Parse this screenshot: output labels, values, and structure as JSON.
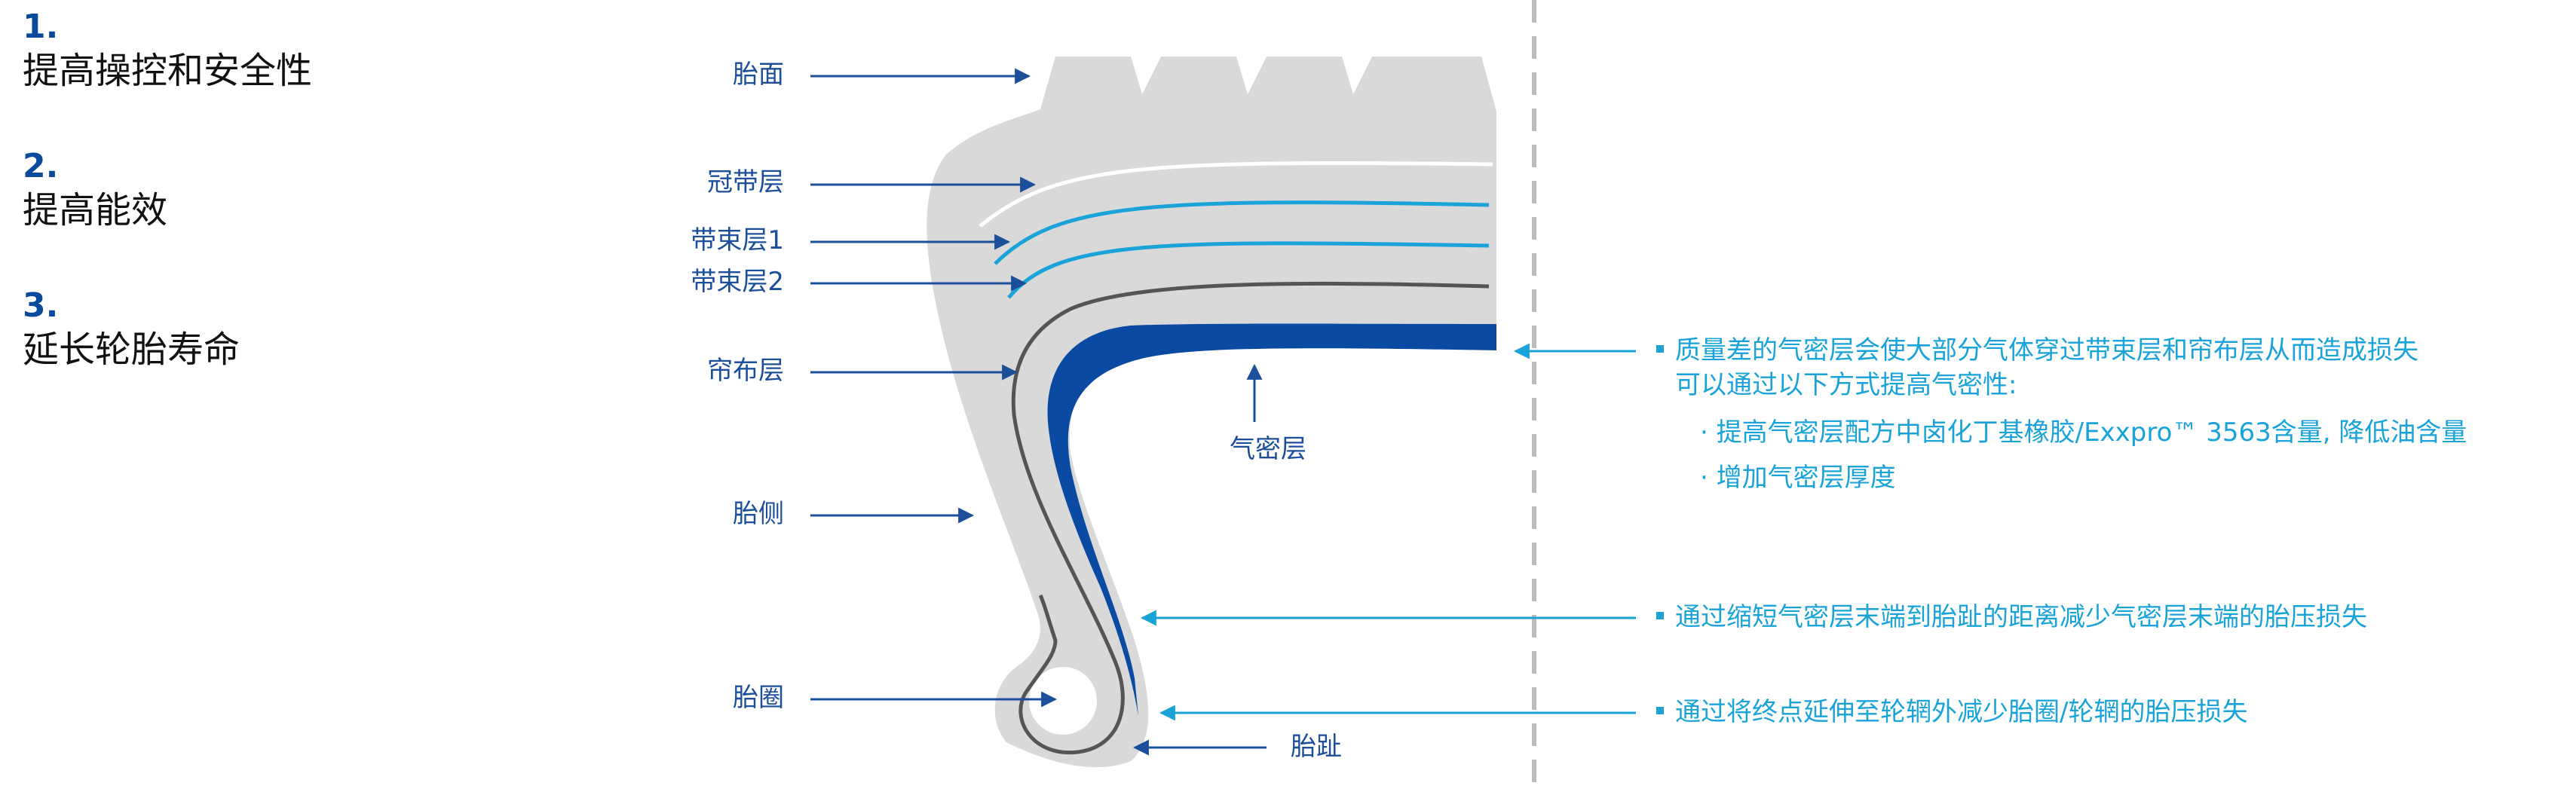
{
  "points": [
    {
      "num": "1.",
      "text": "提高操控和安全性"
    },
    {
      "num": "2.",
      "text": "提高能效"
    },
    {
      "num": "3.",
      "text": "延长轮胎寿命"
    }
  ],
  "labels": {
    "tread": "胎面",
    "cap_ply": "冠带层",
    "belt1": "带束层1",
    "belt2": "带束层2",
    "body_ply": "帘布层",
    "sidewall": "胎侧",
    "bead": "胎圈",
    "toe": "胎趾",
    "inner_liner": "气密层"
  },
  "notes": {
    "note1_line1": "质量差的气密层会使大部分气体穿过带束层和帘布层从而造成损失",
    "note1_line2": "可以通过以下方式提高气密性:",
    "note1_sub1": "· 提高气密层配方中卤化丁基橡胶/Exxpro™ 3563含量, 降低油含量",
    "note1_sub2": "· 增加气密层厚度",
    "note2": "通过缩短气密层末端到胎趾的距离减少气密层末端的胎压损失",
    "note3": "通过将终点延伸至轮辋外减少胎圈/轮辋的胎压损失"
  },
  "colors": {
    "tire_body": "#d9d9d9",
    "inner_liner": "#0b4aa2",
    "belt": "#1aa3d8",
    "cap_ply": "#ffffff",
    "body_ply_cord": "#555555",
    "label_text": "#1c4f9a",
    "note_text": "#1aa3d8",
    "divider": "#bdbdbd"
  }
}
